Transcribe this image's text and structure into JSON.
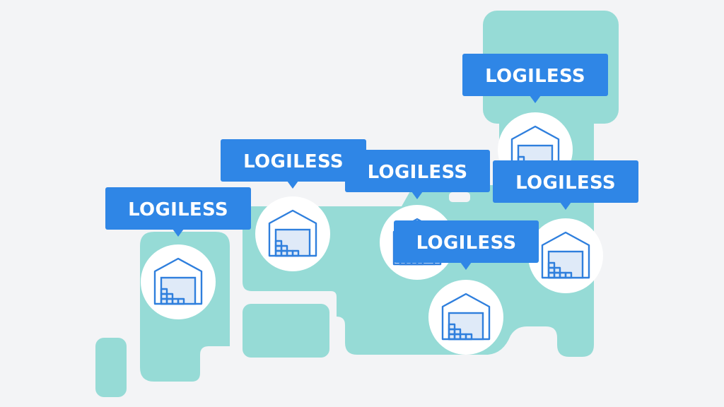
{
  "brand_label": "LOGILESS",
  "colors": {
    "background": "#f3f4f6",
    "land": "#96dbd6",
    "label_fill": "#2f86e6",
    "label_text": "#ffffff",
    "icon_stroke": "#2f7fdd",
    "marker_circle": "#ffffff"
  },
  "markers": [
    {
      "id": "kyushu",
      "label": "LOGILESS",
      "icon": "warehouse-icon"
    },
    {
      "id": "chugoku",
      "label": "LOGILESS",
      "icon": "warehouse-icon"
    },
    {
      "id": "kansai",
      "label": "LOGILESS",
      "icon": "warehouse-icon"
    },
    {
      "id": "tokai",
      "label": "LOGILESS",
      "icon": "warehouse-icon"
    },
    {
      "id": "kanto",
      "label": "LOGILESS",
      "icon": "warehouse-icon"
    },
    {
      "id": "tohoku",
      "label": "LOGILESS",
      "icon": "warehouse-icon"
    }
  ]
}
